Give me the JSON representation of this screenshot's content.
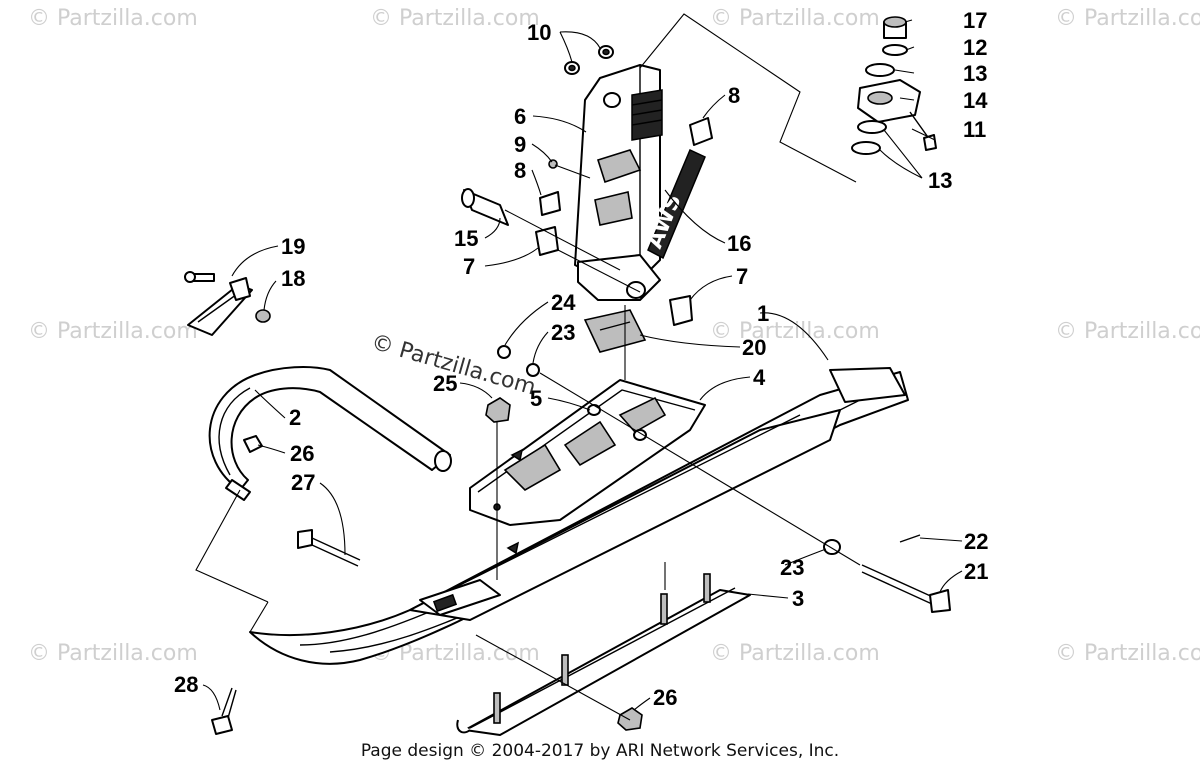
{
  "watermark": {
    "text": "© Partzilla.com",
    "center_text": "© Partzilla.com"
  },
  "footer": {
    "text": "Page design © 2004-2017 by ARI Network Services, Inc."
  },
  "decal": {
    "text": "AWS"
  },
  "callouts": [
    {
      "id": "c10",
      "label": "10"
    },
    {
      "id": "c17",
      "label": "17"
    },
    {
      "id": "c12",
      "label": "12"
    },
    {
      "id": "c13a",
      "label": "13"
    },
    {
      "id": "c14",
      "label": "14"
    },
    {
      "id": "c11",
      "label": "11"
    },
    {
      "id": "c13b",
      "label": "13"
    },
    {
      "id": "c8a",
      "label": "8"
    },
    {
      "id": "c6",
      "label": "6"
    },
    {
      "id": "c9",
      "label": "9"
    },
    {
      "id": "c8b",
      "label": "8"
    },
    {
      "id": "c16",
      "label": "16"
    },
    {
      "id": "c15",
      "label": "15"
    },
    {
      "id": "c7a",
      "label": "7"
    },
    {
      "id": "c7b",
      "label": "7"
    },
    {
      "id": "c19",
      "label": "19"
    },
    {
      "id": "c18",
      "label": "18"
    },
    {
      "id": "c24",
      "label": "24"
    },
    {
      "id": "c23a",
      "label": "23"
    },
    {
      "id": "c1",
      "label": "1"
    },
    {
      "id": "c20",
      "label": "20"
    },
    {
      "id": "c25",
      "label": "25"
    },
    {
      "id": "c5",
      "label": "5"
    },
    {
      "id": "c4",
      "label": "4"
    },
    {
      "id": "c2",
      "label": "2"
    },
    {
      "id": "c26a",
      "label": "26"
    },
    {
      "id": "c27",
      "label": "27"
    },
    {
      "id": "c22",
      "label": "22"
    },
    {
      "id": "c23b",
      "label": "23"
    },
    {
      "id": "c21",
      "label": "21"
    },
    {
      "id": "c3",
      "label": "3"
    },
    {
      "id": "c28",
      "label": "28"
    },
    {
      "id": "c26b",
      "label": "26"
    }
  ]
}
